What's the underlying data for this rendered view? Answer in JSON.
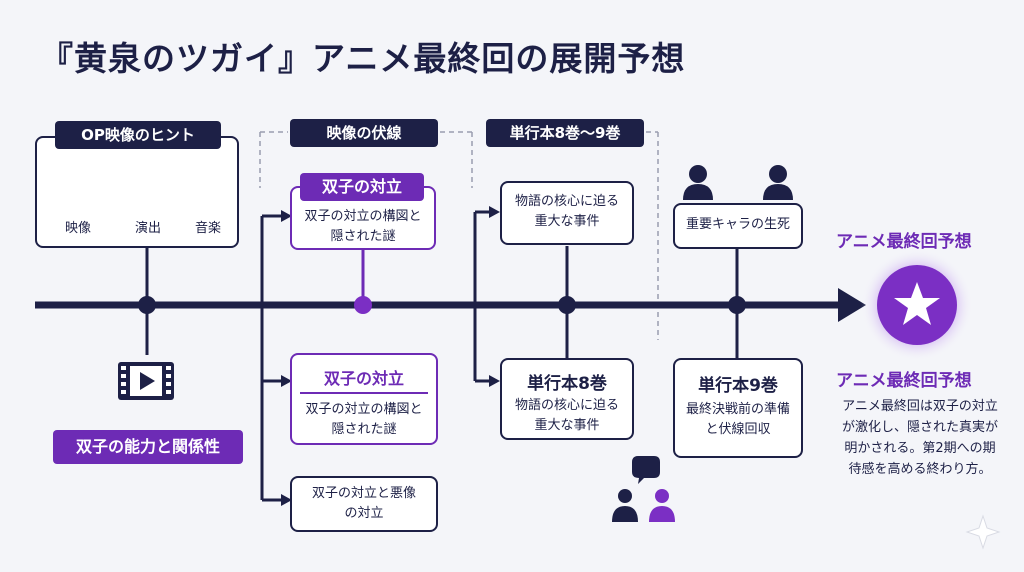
{
  "title": "『黄泉のツガイ』アニメ最終回の展開予想",
  "op_section": {
    "pill": "OP映像のヒント",
    "icons": [
      {
        "icon": "film-icon",
        "label": "映像"
      },
      {
        "icon": "magic-wand-icon",
        "label": "演出"
      },
      {
        "icon": "person-icon",
        "label": "音楽"
      }
    ],
    "below_label": "双子の能力と関係性"
  },
  "foreshadow_section": {
    "pill": "映像の伏線",
    "top_box": {
      "head": "双子の対立",
      "text": "双子の対立の構図と隠された謎"
    },
    "mid_box": {
      "head": "双子の対立",
      "text": "双子の対立の構図と隠された謎"
    },
    "bottom_box": {
      "text": "双子の対立と悪像の対立"
    }
  },
  "volume_section": {
    "pill": "単行本8巻〜9巻",
    "top_box": {
      "text": "物語の核心に迫る重大な事件"
    },
    "vol8": {
      "head": "単行本8巻",
      "text": "物語の核心に迫る重大な事件"
    }
  },
  "character_section": {
    "box": "重要キャラの生死",
    "vol9": {
      "head": "単行本9巻",
      "text": "最終決戦前の準備と伏線回収"
    }
  },
  "finale": {
    "top_label": "アニメ最終回予想",
    "title": "アニメ最終回予想",
    "text": "アニメ最終回は双子の対立が激化し、隠された真実が明かされる。第2期への期待感を高める終わり方。"
  },
  "colors": {
    "navy": "#1d2046",
    "purple": "#6d2bb5",
    "background": "#f4f5f9"
  }
}
